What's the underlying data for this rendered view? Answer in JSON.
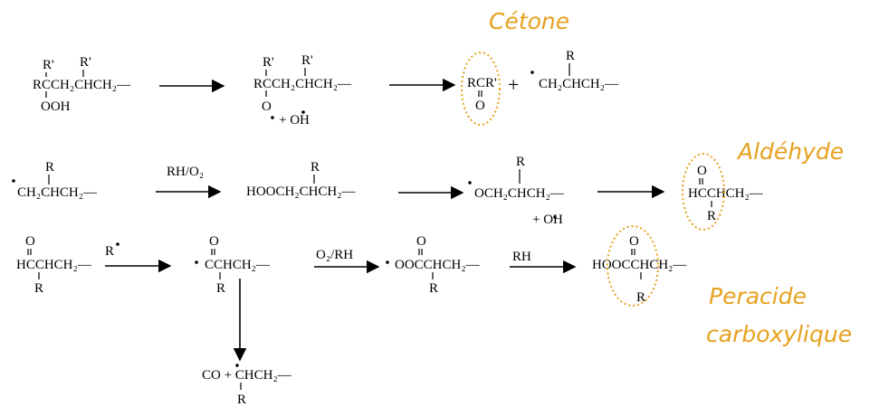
{
  "labels": {
    "cetone": "Cétone",
    "aldehyde": "Aldéhyde",
    "peracide_line1": "Peracide",
    "peracide_line2": "carboxylique"
  },
  "row1": {
    "m1": {
      "sub1": "R'",
      "sub2": "R'",
      "main": "RCCH₂CHCH₂—",
      "bottom": "OOH"
    },
    "m2": {
      "sub1": "R'",
      "sub2": "R'",
      "main": "RCCH₂CHCH₂—",
      "bottom": "O",
      "radical": "+ OH"
    },
    "m3": {
      "top": "RCR'",
      "bottom": "O"
    },
    "plus": "+",
    "m4": {
      "sub": "R",
      "main": "CH₂CHCH₂—"
    }
  },
  "row2": {
    "m1": {
      "sub": "R",
      "main": "CH₂CHCH₂—"
    },
    "arrow_label": "RH/O₂",
    "m2": {
      "sub": "R",
      "main": "HOOCH₂CHCH₂—"
    },
    "m3": {
      "sub": "R",
      "main": "OCH₂CHCH₂—",
      "radical": "+ OH"
    },
    "m4": {
      "top": "O",
      "main": "HCCHCH₂—",
      "bottom": "R"
    }
  },
  "row3": {
    "m1": {
      "top": "O",
      "main": "HCCHCH₂—",
      "bottom": "R"
    },
    "arrow1_label": "R",
    "m2": {
      "top": "O",
      "main": "CCHCH₂—",
      "bottom": "R"
    },
    "arrow2_label": "O₂/RH",
    "m3": {
      "top": "O",
      "main": "OOCCHCH₂—",
      "bottom": "R"
    },
    "arrow3_label": "RH",
    "m4": {
      "top": "O",
      "main": "HOOCCHCH₂—",
      "bottom": "R"
    }
  },
  "row4": {
    "m1": {
      "main": "CO + CHCH₂—",
      "bottom": "R"
    }
  },
  "colors": {
    "accent": "#E6A11E",
    "ink": "#000000"
  }
}
